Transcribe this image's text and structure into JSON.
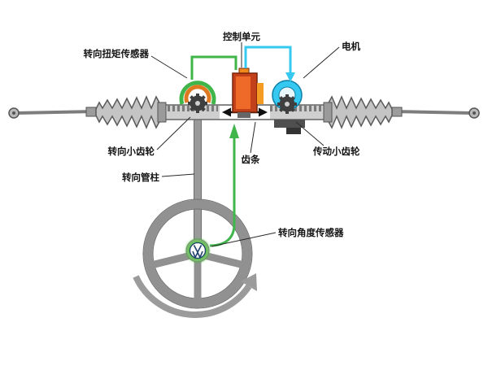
{
  "diagram": {
    "type": "electric-power-steering-system-schematic",
    "labels": {
      "torque_sensor": "转向扭矩传感器",
      "control_unit": "控制单元",
      "motor": "电机",
      "steering_pinion": "转向小齿轮",
      "rack": "齿条",
      "drive_pinion": "传动小齿轮",
      "steering_column": "转向管柱",
      "angle_sensor": "转向角度传感器"
    },
    "icons": {
      "hub_logo": "vw-logo",
      "rotation_arrow": "counterclockwise-rotation-arrow",
      "travel_arrow": "rack-travel-double-arrow"
    },
    "colors": {
      "wire_green": "#3fb54a",
      "wire_cyan": "#35c8f0",
      "control_unit_red": "#c2401a",
      "control_unit_orange": "#ef6a28",
      "sensor_ring_orange": "#e07820",
      "metal_gray": "#cfcfcf",
      "gear_dark": "#3f3f3f",
      "wheel_gray": "#919191"
    }
  }
}
